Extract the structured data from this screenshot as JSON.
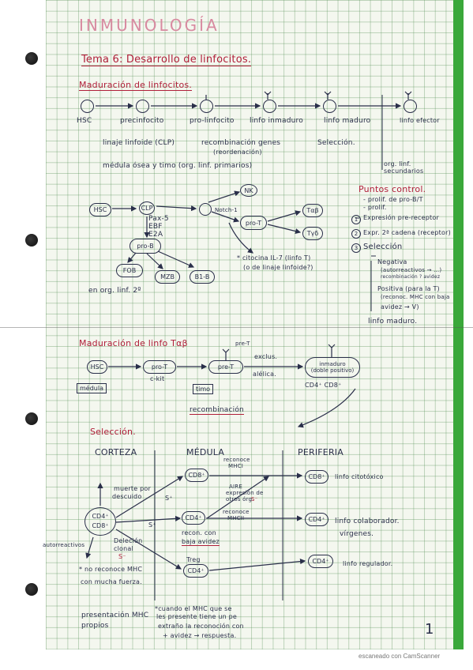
{
  "page": {
    "subject": "INMUNOLOGÍA",
    "topic_title": "Tema 6: Desarrollo de linfocitos.",
    "page_number": "1",
    "scanner_footer": "escaneado con CamScanner"
  },
  "maduracion": {
    "heading": "Maduración de linfocitos.",
    "stages": [
      "HSC",
      "precinfocito",
      "pro-linfocito",
      "linfo inmaduro",
      "linfo maduro",
      "linfo efector"
    ],
    "line1_a": "linaje linfoide (CLP)",
    "line1_b": "recombinación genes",
    "line1_b2": "(reordenación)",
    "line1_c": "Selección.",
    "line2": "médula ósea y timo (org. linf. primarios)",
    "secondary": "org. linf. secundarios"
  },
  "tree": {
    "hsc": "HSC",
    "clp": "CLP",
    "nk": "NK",
    "notch": "Notch-1",
    "pro_t": "pro-T",
    "tab": "Tαβ",
    "tgd": "Tγδ",
    "pax": "Pax-5",
    "ebf": "EBF",
    "e2a": "E2A",
    "pro_b": "pro-B",
    "fob": "FOB",
    "mzb": "MZB",
    "b1": "B1-B",
    "org2": "en org. linf. 2º",
    "il7_a": "* citocina IL-7 (linfo T)",
    "il7_b": "(o de linaje linfoide?)"
  },
  "puntos": {
    "heading": "Puntos control.",
    "item0": "- prolif. de pro-B/T",
    "item0b": "- prolif.",
    "item1": "Expresión pre-receptor",
    "item2": "Expr. 2ª cadena (receptor)",
    "item3": "Selección",
    "neg": "Negativa",
    "neg_a": "(autorreactivos → ...)",
    "neg_b": "recombinación ? avidez",
    "pos": "Positiva (para la T)",
    "pos_a": "(reconoc. MHC con baja",
    "pos_b": "avidez → V)",
    "final": "linfo maduro."
  },
  "tab": {
    "heading": "Maduración de linfo Tαβ",
    "hsc": "HSC",
    "medula": "médula",
    "pro_t": "pro-T",
    "ckit": "c-kit",
    "timo": "timo",
    "pre_t": "pre-T",
    "pre_t_label": "pre-T",
    "exclus1": "exclus.",
    "exclus2": "alélica.",
    "inmaduro1": "inmaduro",
    "inmaduro2": "(doble positivo)",
    "cd": "CD4⁺ CD8⁺",
    "recomb": "recombinación"
  },
  "seleccion": {
    "heading": "Selección.",
    "col_corteza": "CORTEZA",
    "col_medula": "MÉDULA",
    "col_periferia": "PERIFERIA",
    "cortex_cell_a": "CD4⁺",
    "cortex_cell_b": "CD8⁺",
    "muerte1": "muerte por",
    "muerte2": "descuido",
    "autorreact": "autorreactivos",
    "delec1": "Deleción",
    "delec2": "clonal",
    "s_minus": "S⁻",
    "no_reconoce1": "* no reconoce MHC",
    "no_reconoce2": "con mucha fuerza.",
    "cd8": "CD8⁺",
    "cd4": "CD4⁺",
    "treg": "Treg",
    "cd4b": "CD4⁺",
    "s_plus1": "S⁺",
    "s_plus2": "S⁺",
    "reconoce_mhci_1": "reconoce",
    "reconoce_mhci_2": "MHCI",
    "aire1": "AIRE",
    "aire2": "expresión de",
    "aire3": "otros órg.",
    "aire_s": "S⁻",
    "reconoce_mhcii_1": "reconoce",
    "reconoce_mhcii_2": "MHCII",
    "recon1": "recon. con",
    "recon2": "baja avidez",
    "per_cd8": "CD8⁺",
    "per_cd4": "CD4⁺",
    "per_treg": "CD4⁺",
    "citot": "linfo citotóxico",
    "colab": "linfo colaborador.",
    "virgenes": "vírgenes.",
    "regul": "linfo regulador.",
    "present1": "presentación MHC",
    "present2": "propios",
    "nota1": "*cuando el MHC que se",
    "nota2": "les presente tiene un pe",
    "nota3": "extraño la reconoción con",
    "nota4": "+ avidez → respuesta."
  }
}
